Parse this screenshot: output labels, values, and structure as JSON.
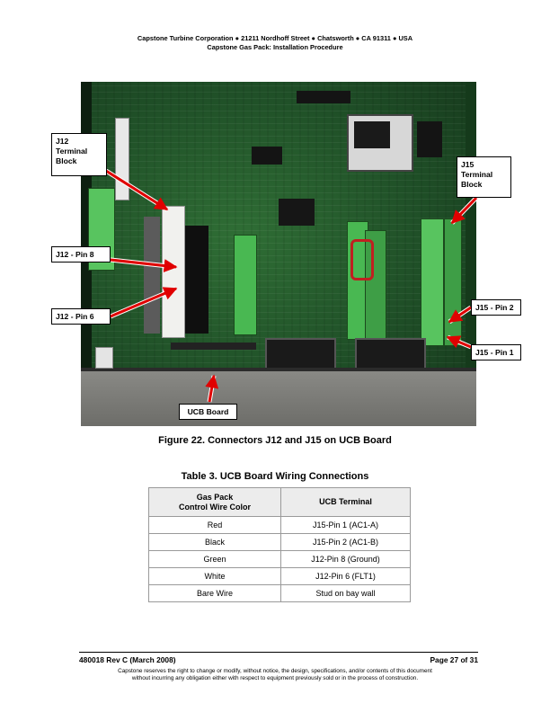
{
  "header": {
    "line1": "Capstone Turbine Corporation ● 21211 Nordhoff Street ● Chatsworth ● CA 91311 ● USA",
    "line2": "Capstone Gas Pack: Installation Procedure"
  },
  "figure": {
    "callouts": {
      "j12_block": "J12\nTerminal\nBlock",
      "j15_block": "J15\nTerminal\nBlock",
      "j12_pin8": "J12 - Pin 8",
      "j12_pin6": "J12 - Pin 6",
      "j15_pin2": "J15 - Pin 2",
      "j15_pin1": "J15 - Pin 1",
      "ucb_board": "UCB Board"
    },
    "caption": "Figure 22. Connectors J12 and J15 on UCB Board"
  },
  "table": {
    "caption": "Table 3. UCB Board Wiring Connections",
    "headers": [
      "Gas Pack\nControl Wire Color",
      "UCB Terminal"
    ],
    "rows": [
      [
        "Red",
        "J15-Pin 1 (AC1-A)"
      ],
      [
        "Black",
        "J15-Pin 2 (AC1-B)"
      ],
      [
        "Green",
        "J12-Pin 8 (Ground)"
      ],
      [
        "White",
        "J12-Pin 6 (FLT1)"
      ],
      [
        "Bare Wire",
        "Stud on bay wall"
      ]
    ]
  },
  "footer": {
    "doc_id": "480018 Rev C (March 2008)",
    "page": "Page 27 of 31",
    "disclaimer_line1": "Capstone reserves the right to change or modify, without notice, the design, specifications, and/or contents of this document",
    "disclaimer_line2": "without incurring any obligation either with respect to equipment previously sold or in the process of construction."
  },
  "colors": {
    "arrow": "#e00000",
    "board": "#1f4f27",
    "terminal": "#41a84b"
  }
}
